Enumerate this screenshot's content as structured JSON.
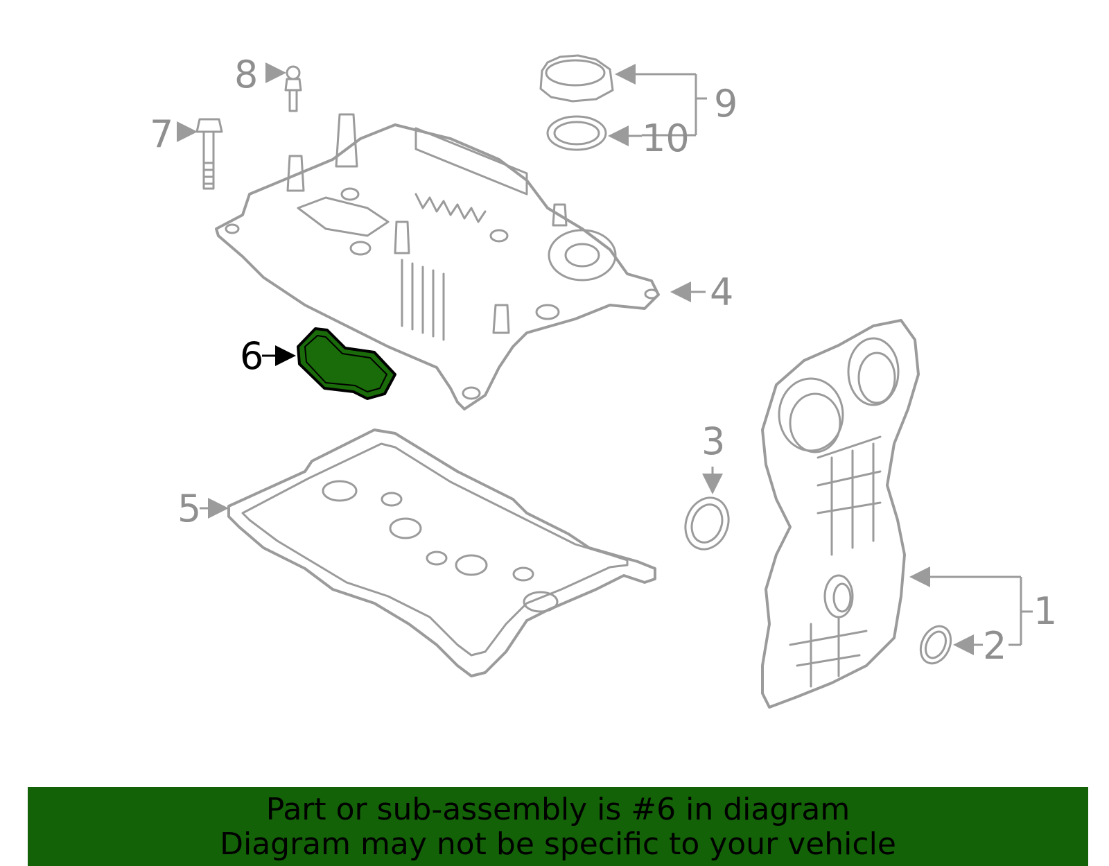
{
  "callouts": {
    "c1": "1",
    "c2": "2",
    "c3": "3",
    "c4": "4",
    "c5": "5",
    "c6": "6",
    "c7": "7",
    "c8": "8",
    "c9": "9",
    "c10": "10"
  },
  "highlight": {
    "part_number": "6",
    "color": "#1a6b0a"
  },
  "banner": {
    "line1": "Part or sub-assembly is #6 in diagram",
    "line2": "Diagram may not be specific to your vehicle",
    "background": "#136207"
  },
  "colors": {
    "line_art": "#9b9b9b",
    "callout_text": "#8f8f8f"
  }
}
